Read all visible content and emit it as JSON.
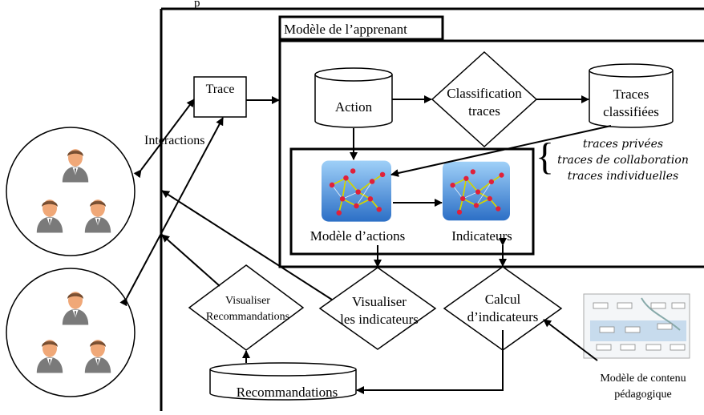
{
  "labels": {
    "top_fragment": "p",
    "learner_model": "Modèle de l’apprenant",
    "trace": "Trace",
    "interactions": "Interactions",
    "action": "Action",
    "classification_line1": "Classification",
    "classification_line2": "traces",
    "classified_line1": "Traces",
    "classified_line2": "classifiées",
    "trace_types": [
      "traces privées",
      "traces de collaboration",
      "traces individuelles"
    ],
    "action_model": "Modèle d’actions",
    "indicators": "Indicateurs",
    "visualize_recs_line1": "Visualiser",
    "visualize_recs_line2": "Recommandations",
    "visualize_ind_line1": "Visualiser",
    "visualize_ind_line2": "les indicateurs",
    "compute_line1": "Calcul",
    "compute_line2": "d’indicateurs",
    "recommendations": "Recommandations",
    "content_model_line1": "Modèle de contenu",
    "content_model_line2": "pédagogique"
  },
  "icons": {
    "user": "user-avatar-icon",
    "network": "network-graph-icon",
    "content_thumbnail": "content-model-thumbnail"
  },
  "colors": {
    "stroke": "#000000",
    "avatar_skin": "#f0a878",
    "avatar_body": "#7a7a7a",
    "network_bg": "#5aa0e0",
    "network_node": "#e0203a",
    "network_edge": "#c8c800"
  }
}
